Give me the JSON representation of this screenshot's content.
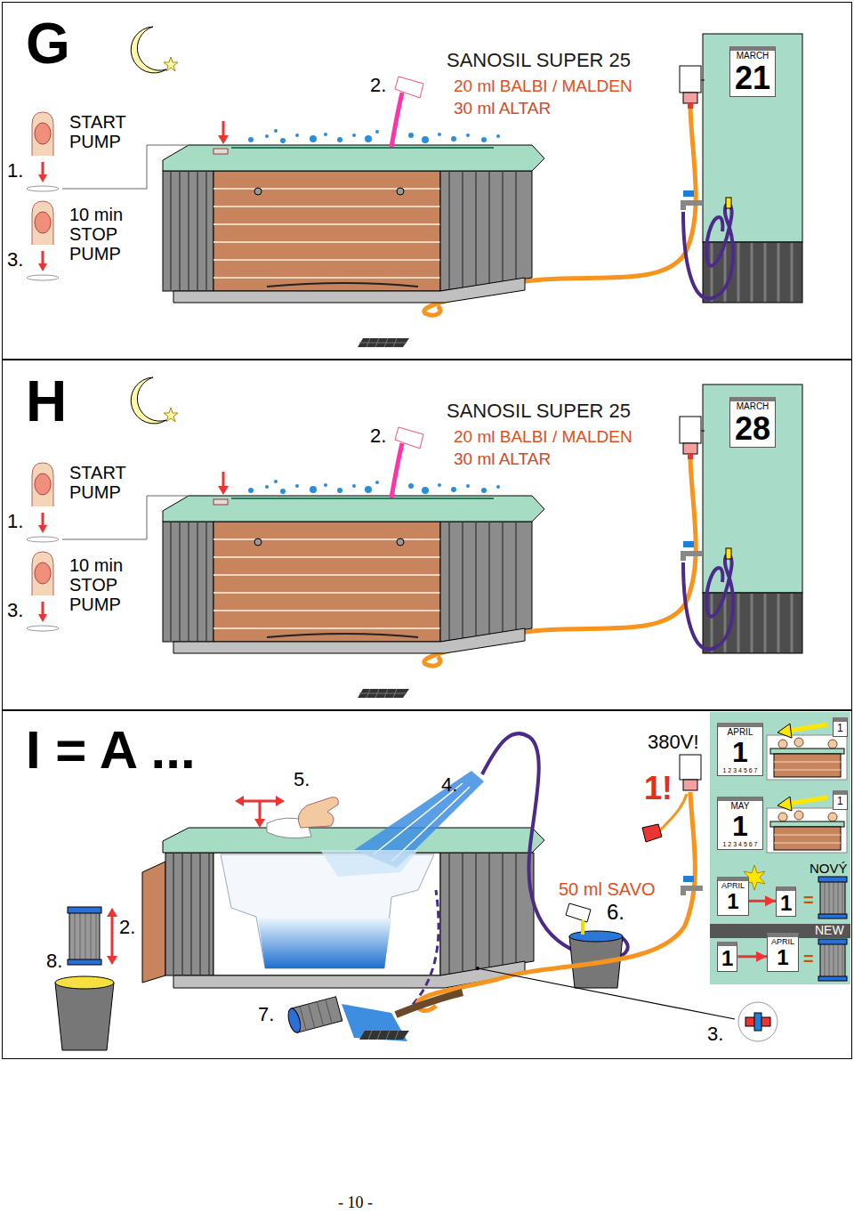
{
  "diagram": {
    "nodes": [
      {
        "text": [
          "G"
        ]
      },
      {
        "text": [
          "MARCH",
          "21"
        ],
        "in": 0
      },
      {
        "text": [
          "H"
        ]
      },
      {
        "text": [
          "MARCH",
          "28"
        ],
        "in": 2
      },
      {
        "text": [
          "I = A ..."
        ]
      },
      {
        "text": [
          "APRIL",
          "1",
          "1 2 3 4 5 6 7"
        ],
        "in": 4
      },
      {
        "text": [
          "1"
        ],
        "in": 4
      },
      {
        "text": [
          "MAY",
          "1",
          "1 2 3 4 5 6 7"
        ],
        "in": 4
      },
      {
        "text": [
          "1"
        ],
        "in": 4
      },
      {
        "text": [
          "APRIL",
          "1"
        ],
        "in": 4
      },
      {
        "text": [
          "1"
        ],
        "in": 4
      },
      {
        "text": [
          "1"
        ],
        "in": 4
      },
      {
        "text": [
          "APRIL",
          "1"
        ],
        "in": 4
      }
    ],
    "edges": [
      {
        "from": 9,
        "to": 10,
        "arrow": "to"
      },
      {
        "from": 11,
        "to": 12,
        "arrow": "to"
      }
    ],
    "labels": [
      "1.",
      "START PUMP",
      "3.",
      "10 min STOP PUMP",
      "2.",
      "SANOSIL SUPER 25",
      "20 ml BALBI / MALDEN",
      "30 ml ALTAR",
      "1.",
      "START PUMP",
      "3.",
      "10 min STOP PUMP",
      "2.",
      "SANOSIL SUPER 25",
      "20 ml BALBI / MALDEN",
      "30 ml ALTAR",
      "5.",
      "4.",
      "380V!",
      "1!",
      "50 ml SAVO",
      "6.",
      "=",
      "NOVÝ",
      "=",
      "NEW",
      "2.",
      "8.",
      "7.",
      "3.",
      "- 10 -"
    ]
  }
}
